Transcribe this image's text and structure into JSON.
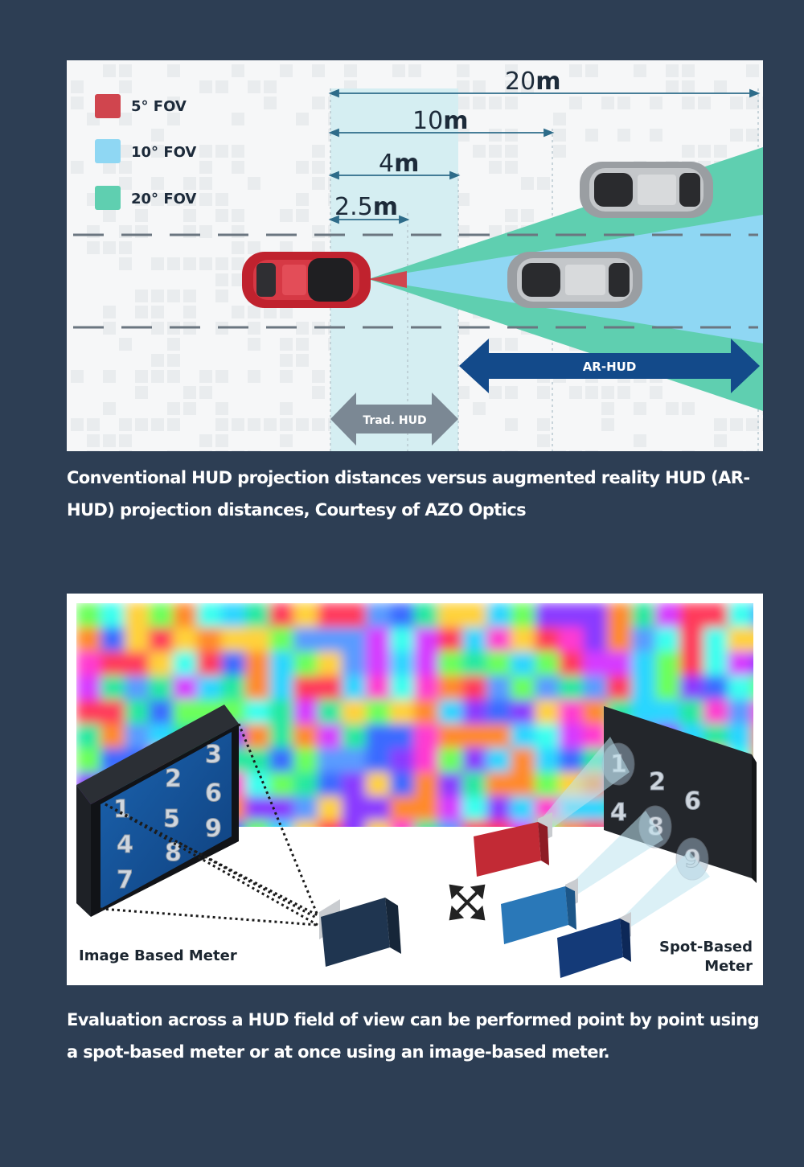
{
  "figure1": {
    "legend": [
      {
        "label": "5° FOV",
        "color": "#d0454e"
      },
      {
        "label": "10° FOV",
        "color": "#8fd7f3"
      },
      {
        "label": "20° FOV",
        "color": "#5fcfb0"
      }
    ],
    "distances": [
      {
        "value": "20",
        "unit": "m"
      },
      {
        "value": "10",
        "unit": "m"
      },
      {
        "value": "4",
        "unit": "m"
      },
      {
        "value": "2.5",
        "unit": "m"
      }
    ],
    "arrows": {
      "ar_hud": "AR-HUD",
      "trad_hud": "Trad. HUD"
    },
    "colors": {
      "ar_arrow": "#134a8a",
      "trad_arrow": "#7b8894",
      "trad_zone": "#d5eef2",
      "ego_car": "#c0222e",
      "other_car": "#9a9ea2"
    }
  },
  "caption1": "Conventional HUD projection distances versus augmented reality HUD (AR-HUD) projection distances, Courtesy of AZO Optics",
  "figure2": {
    "image_meter_label": "Image Based Meter",
    "spot_meter_label_line1": "Spot-Based",
    "spot_meter_label_line2": "Meter",
    "panel_digits_left": [
      "3",
      "2",
      "6",
      "1",
      "5",
      "9",
      "4",
      "8",
      "7"
    ],
    "panel_digits_right": [
      "1",
      "2",
      "6",
      "4",
      "8",
      "9"
    ],
    "colors": {
      "red_camera": "#c22a35",
      "blue_camera": "#2a78b8",
      "navy_camera": "#143a78",
      "dark_camera": "#1f3550"
    }
  },
  "caption2": "Evaluation across a HUD field of view can be performed point by point using a spot-based meter or at once using an image-based meter."
}
